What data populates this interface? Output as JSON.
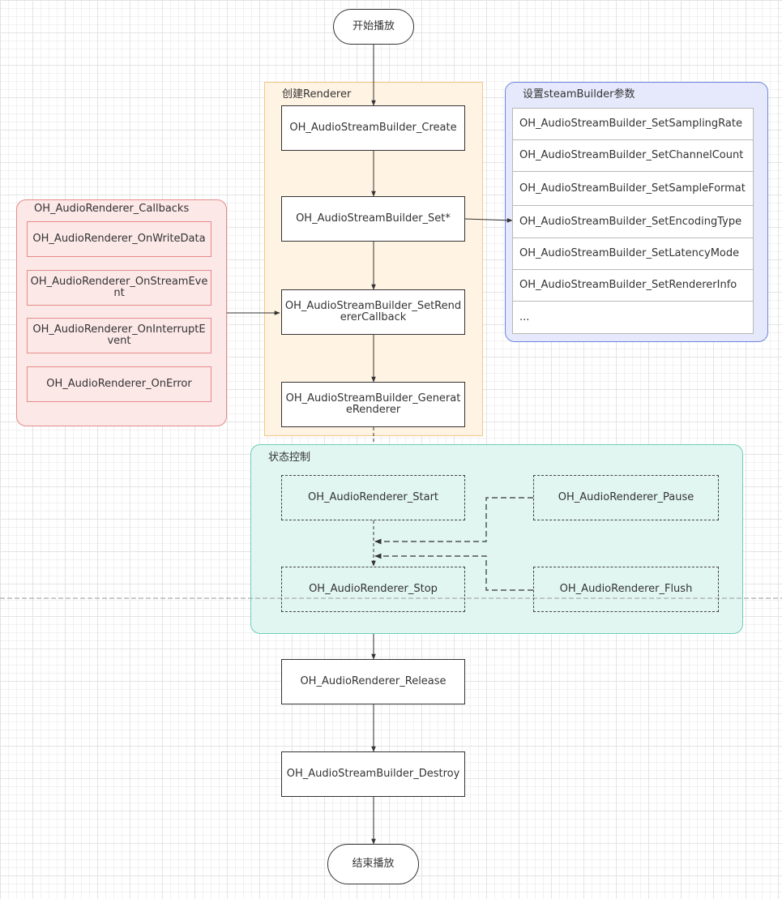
{
  "start": "开始播放",
  "end": "结束播放",
  "groups": {
    "create": "创建Renderer",
    "params": "设置steamBuilder参数",
    "callbacks": "OH_AudioRenderer_Callbacks",
    "state": "状态控制"
  },
  "steps": {
    "create": "OH_AudioStreamBuilder_Create",
    "set": "OH_AudioStreamBuilder_Set*",
    "set_callback": "OH_AudioStreamBuilder_SetRendererCallback",
    "generate": "OH_AudioStreamBuilder_GenerateRenderer",
    "release": "OH_AudioRenderer_Release",
    "destroy": "OH_AudioStreamBuilder_Destroy"
  },
  "callbacks": [
    "OH_AudioRenderer_OnWriteData",
    "OH_AudioRenderer_OnStreamEvent",
    "OH_AudioRenderer_OnInterruptEvent",
    "OH_AudioRenderer_OnError"
  ],
  "params": [
    "OH_AudioStreamBuilder_SetSamplingRate",
    "OH_AudioStreamBuilder_SetChannelCount",
    "OH_AudioStreamBuilder_SetSampleFormat",
    "OH_AudioStreamBuilder_SetEncodingType",
    "OH_AudioStreamBuilder_SetLatencyMode",
    "OH_AudioStreamBuilder_SetRendererInfo",
    "..."
  ],
  "state": {
    "start": "OH_AudioRenderer_Start",
    "pause": "OH_AudioRenderer_Pause",
    "stop": "OH_AudioRenderer_Stop",
    "flush": "OH_AudioRenderer_Flush"
  },
  "colors": {
    "create_group_fill": "#fff3e3",
    "create_group_border": "#f5c787",
    "params_group_fill": "#e6e9fb",
    "params_group_border": "#6e86de",
    "callbacks_group_fill": "#fde8e8",
    "callbacks_group_border": "#e58a8a",
    "state_group_fill": "#e1f6f1",
    "state_group_border": "#6fcdb5"
  }
}
